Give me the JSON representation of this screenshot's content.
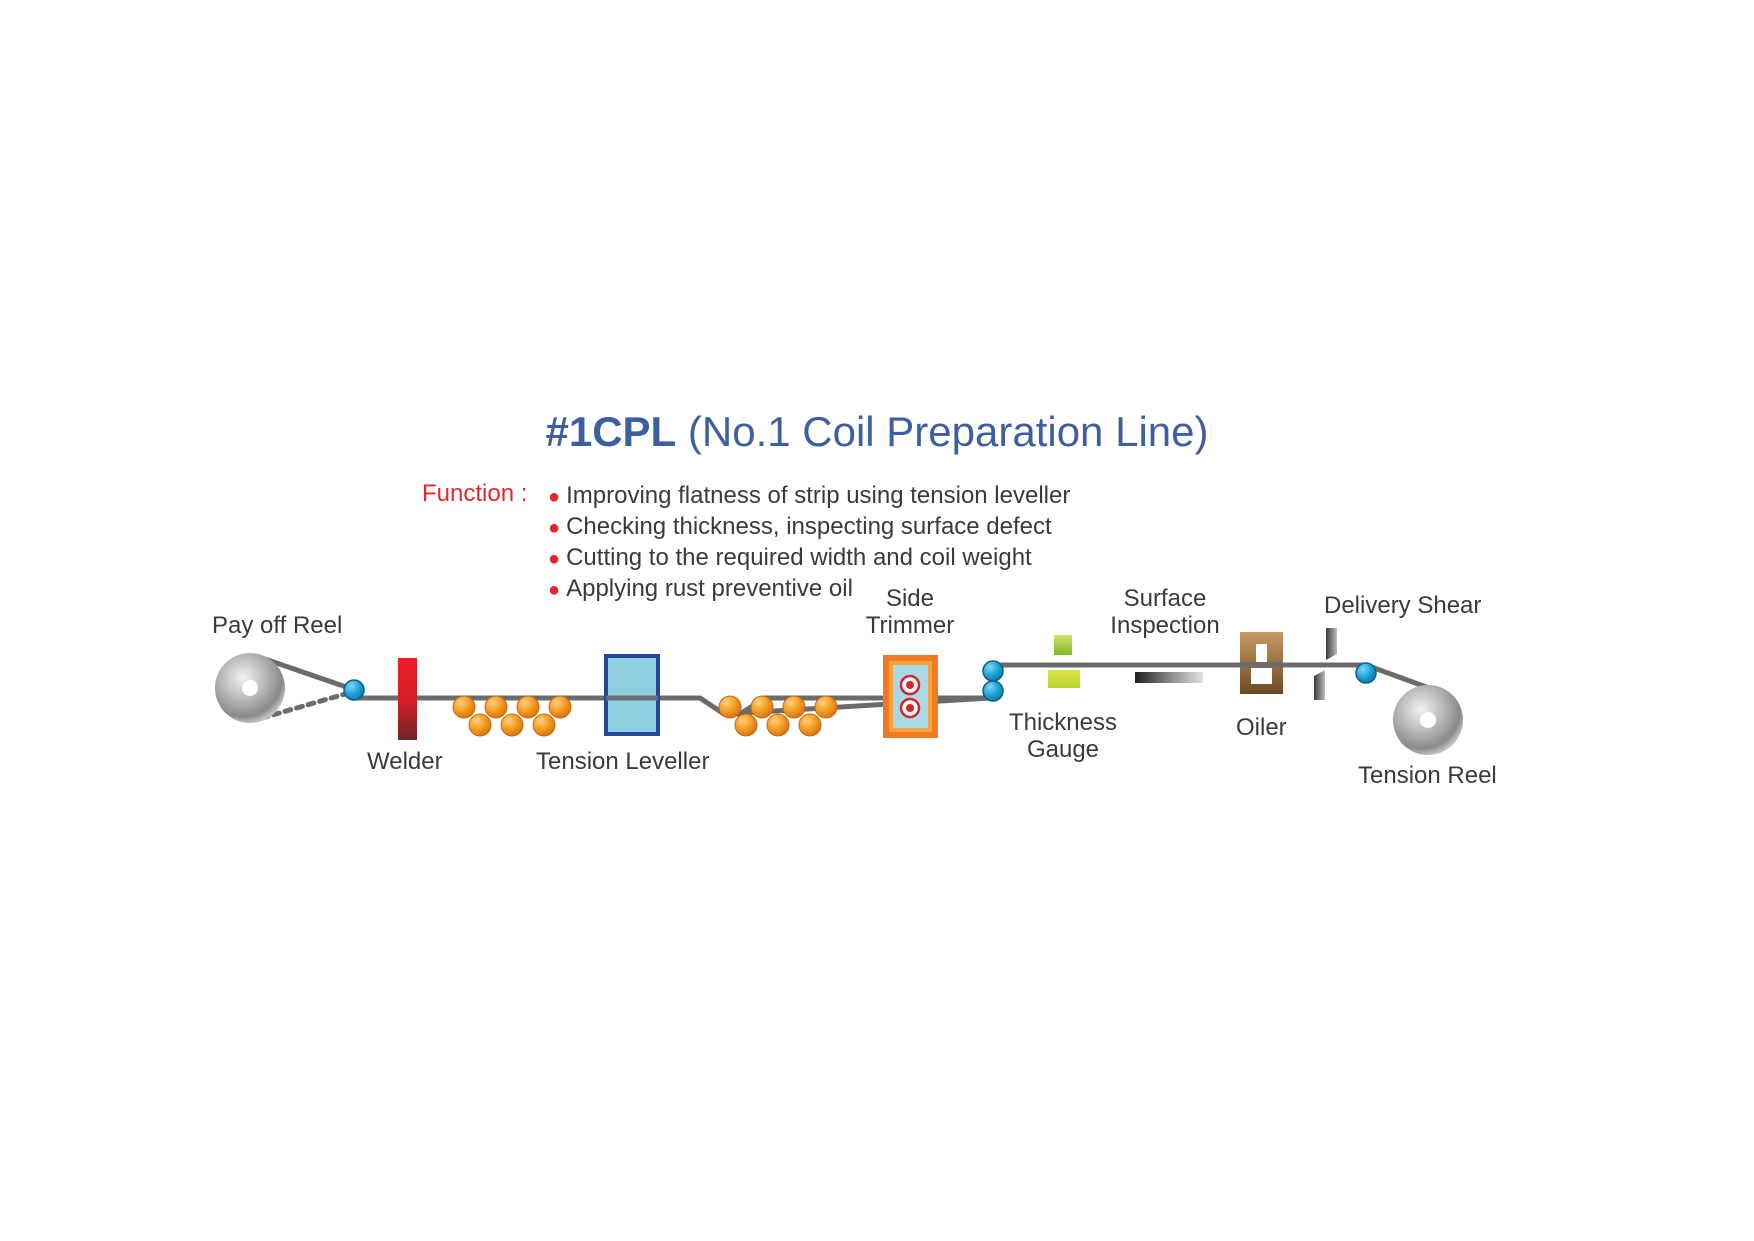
{
  "title": {
    "code": "#1CPL",
    "name": "(No.1 Coil Preparation Line)"
  },
  "function": {
    "label": "Function :",
    "items": [
      "Improving flatness of strip using tension leveller",
      "Checking thickness, inspecting surface defect",
      "Cutting to the required width and coil weight",
      "Applying rust preventive oil"
    ]
  },
  "equipment": {
    "pay_off_reel": "Pay off Reel",
    "welder": "Welder",
    "tension_leveller": "Tension Leveller",
    "side_trimmer_line1": "Side",
    "side_trimmer_line2": "Trimmer",
    "thickness_gauge_line1": "Thickness",
    "thickness_gauge_line2": "Gauge",
    "surface_inspection_line1": "Surface",
    "surface_inspection_line2": "Inspection",
    "oiler": "Oiler",
    "delivery_shear": "Delivery Shear",
    "tension_reel": "Tension Reel"
  },
  "colors": {
    "title": "#3d5fa0",
    "function_label": "#e3262d",
    "strip": "#6b6b6b",
    "guide_roll": "#1ba3d8",
    "leveller_roll": "#f39a1e",
    "leveller_box": "#8fcfe0",
    "welder": "#e3262d",
    "thickness_gauge": "#b9d432",
    "oiler": "#8a6a3d"
  }
}
